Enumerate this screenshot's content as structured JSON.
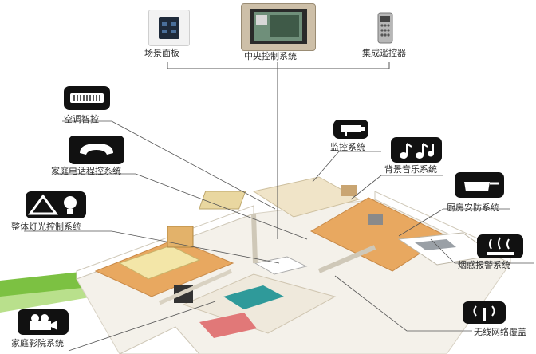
{
  "top_devices": [
    {
      "label": "场景面板",
      "icon": "scene-panel-icon"
    },
    {
      "label": "中央控制系统",
      "icon": "central-control-screen-icon"
    },
    {
      "label": "集成遥控器",
      "icon": "remote-control-icon"
    }
  ],
  "systems": [
    {
      "label": "空调智控",
      "icon": "air-conditioner-icon"
    },
    {
      "label": "家庭电话程控系统",
      "icon": "telephone-icon"
    },
    {
      "label": "整体灯光控制系统",
      "icon": "light-bulb-icon"
    },
    {
      "label": "家庭影院系统",
      "icon": "video-camera-icon"
    },
    {
      "label": "监控系统",
      "icon": "surveillance-camera-icon"
    },
    {
      "label": "背景音乐系统",
      "icon": "music-notes-icon"
    },
    {
      "label": "厨房安防系统",
      "icon": "cooking-pot-icon"
    },
    {
      "label": "烟感报警系统",
      "icon": "smoke-alarm-icon"
    },
    {
      "label": "无线网络覆盖",
      "icon": "wireless-antenna-icon"
    }
  ],
  "colors": {
    "icon_box": "#111111",
    "connector": "#555555",
    "floor_wood": "#e8a860",
    "wall": "#f2efe8",
    "accent_green": "#7cc142"
  }
}
